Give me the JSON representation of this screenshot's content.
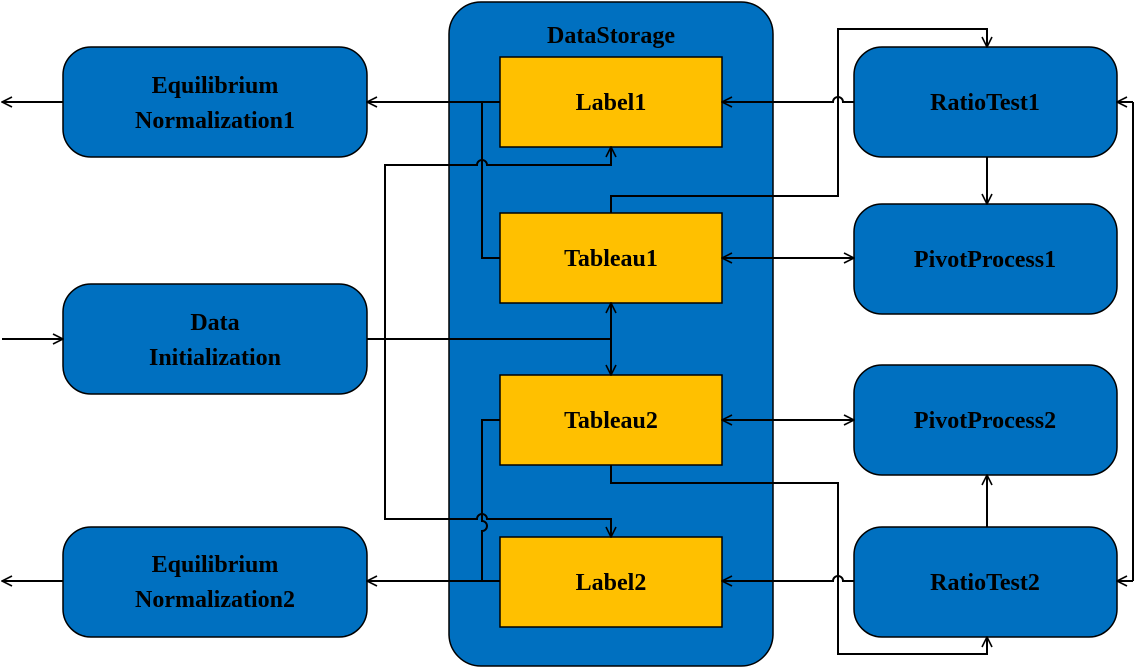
{
  "colors": {
    "container": "#0070C0",
    "process": "#0070C0",
    "storage": "#FFC000",
    "line": "#000000"
  },
  "container": {
    "title": "DataStorage"
  },
  "nodes": {
    "eq1": {
      "line1": "Equilibrium",
      "line2": "Normalization1"
    },
    "init": {
      "line1": "Data",
      "line2": "Initialization"
    },
    "eq2": {
      "line1": "Equilibrium",
      "line2": "Normalization2"
    },
    "label1": {
      "text": "Label1"
    },
    "tableau1": {
      "text": "Tableau1"
    },
    "tableau2": {
      "text": "Tableau2"
    },
    "label2": {
      "text": "Label2"
    },
    "ratio1": {
      "text": "RatioTest1"
    },
    "pivot1": {
      "text": "PivotProcess1"
    },
    "pivot2": {
      "text": "PivotProcess2"
    },
    "ratio2": {
      "text": "RatioTest2"
    }
  }
}
